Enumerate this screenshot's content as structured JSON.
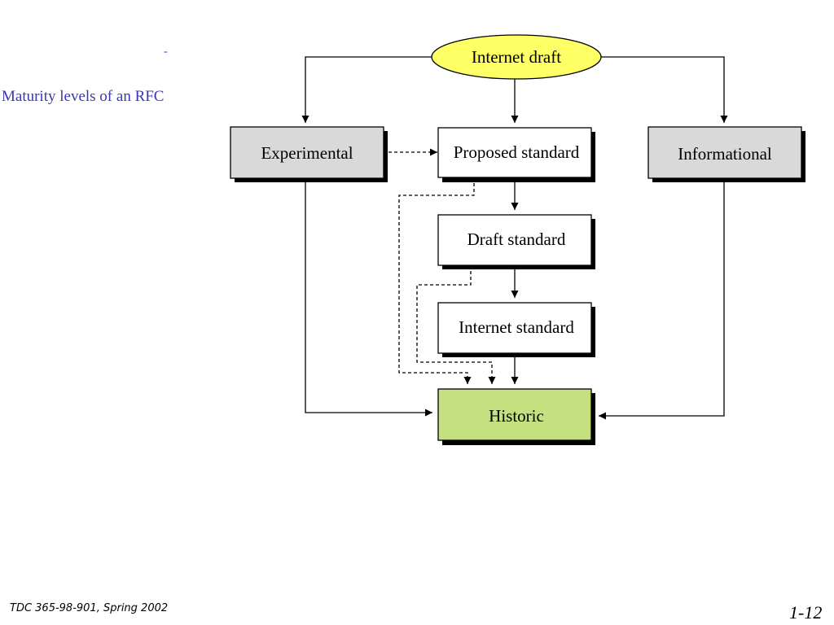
{
  "slide": {
    "dash_mark": "-",
    "caption": "Maturity levels of an RFC"
  },
  "diagram": {
    "nodes": {
      "internet_draft": "Internet draft",
      "experimental": "Experimental",
      "proposed_standard": "Proposed standard",
      "informational": "Informational",
      "draft_standard": "Draft standard",
      "internet_standard": "Internet standard",
      "historic": "Historic"
    },
    "colors": {
      "internet_draft_fill": "#ffff66",
      "side_box_fill": "#d9d9d9",
      "standard_box_fill": "#ffffff",
      "historic_fill": "#c4e07f",
      "shadow": "#000000"
    }
  },
  "footer": {
    "course": "TDC 365-98-901, Spring 2002",
    "page_number": "1-12"
  }
}
